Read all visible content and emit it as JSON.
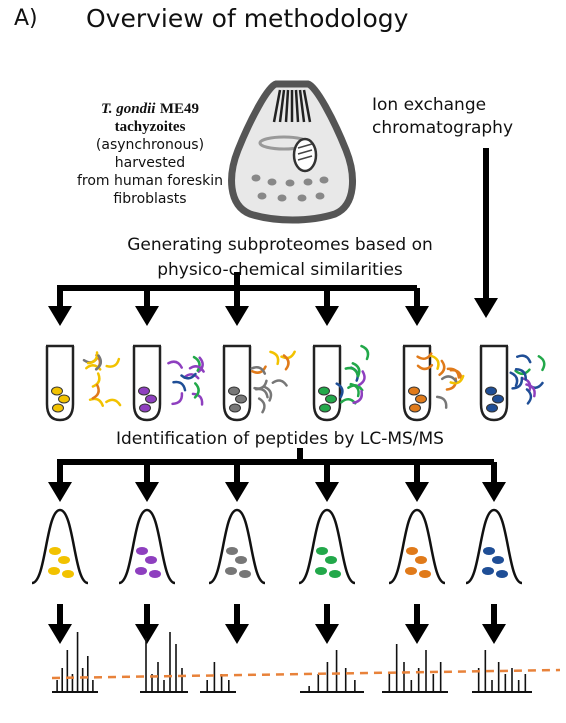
{
  "header": {
    "panel_label": "A)",
    "title": "Overview of methodology"
  },
  "organism": {
    "species": "T. gondii",
    "strain": "ME49",
    "stage": "tachyzoites",
    "line3": "(asynchronous) harvested",
    "line4": "from human foreskin",
    "line5": "fibroblasts"
  },
  "ion_exchange": {
    "line1": "Ion exchange",
    "line2": "chromatography"
  },
  "subproteomes": {
    "line1": "Generating subproteomes based on",
    "line2": "physico-chemical similarities"
  },
  "lcms": {
    "label": "Identification of peptides by LC-MS/MS"
  },
  "colors": {
    "fractions": [
      "#f2c200",
      "#8e3fbf",
      "#777777",
      "#22a84a",
      "#e07a1a",
      "#1f4e96"
    ],
    "threshold": "#e8823a",
    "outline": "#222222",
    "cell_body": "#555555"
  },
  "fraction_count": 6,
  "spectra": [
    [
      2,
      4,
      7,
      3,
      10,
      4,
      6,
      2
    ],
    [
      9,
      3,
      5,
      2,
      10,
      8,
      4
    ],
    [
      2,
      5,
      3,
      2
    ],
    [
      1,
      3,
      5,
      7,
      4,
      2
    ],
    [
      3,
      8,
      5,
      2,
      4,
      7,
      3,
      5
    ],
    [
      4,
      7,
      2,
      5,
      3,
      4,
      2,
      3
    ]
  ]
}
